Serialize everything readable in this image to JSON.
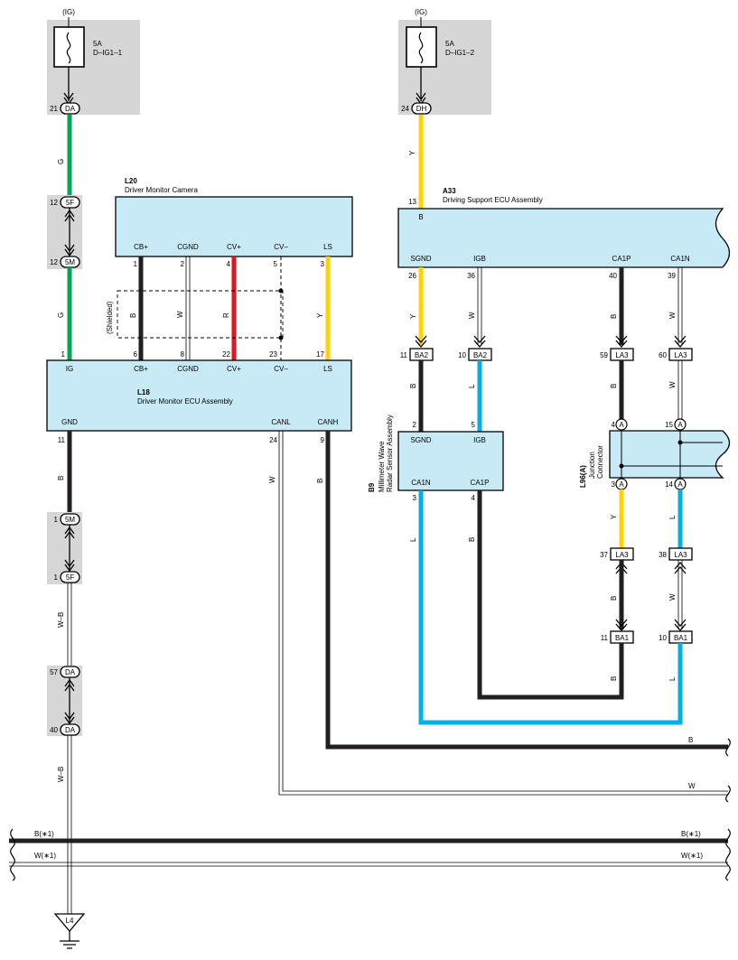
{
  "colors": {
    "green": "#00a651",
    "yellow": "#ffd200",
    "red": "#e3141b",
    "blue": "#00b0e8",
    "black": "#231f20",
    "component_fill": "#c8eaf6",
    "connector_shade": "#d6d6d6"
  },
  "fuses": [
    {
      "supply": "(IG)",
      "rating": "5A",
      "name": "D–IG1–1",
      "pin": "21",
      "connector": "DA"
    },
    {
      "supply": "(IG)",
      "rating": "5A",
      "name": "D–IG1–2",
      "pin": "24",
      "connector": "DH"
    }
  ],
  "junctions": {
    "j5f_top": {
      "pin": "12",
      "code": "5F"
    },
    "j5m_top": {
      "pin": "12",
      "code": "5M"
    },
    "j5m_bot": {
      "pin": "1",
      "code": "5M"
    },
    "j5f_bot": {
      "pin": "1",
      "code": "5F"
    },
    "jda_top": {
      "pin": "57",
      "code": "DA"
    },
    "jda_bot": {
      "pin": "40",
      "code": "DA"
    }
  },
  "components": {
    "camera": {
      "code": "L20",
      "name": "Driver Monitor Camera",
      "pins": [
        {
          "label": "CB+",
          "num": "1"
        },
        {
          "label": "CGND",
          "num": "2"
        },
        {
          "label": "CV+",
          "num": "4"
        },
        {
          "label": "CV–",
          "num": "5"
        },
        {
          "label": "LS",
          "num": "3"
        }
      ]
    },
    "ecu": {
      "code": "L18",
      "name": "Driver Monitor ECU Assembly",
      "top_pins": [
        {
          "label": "IG",
          "num": "1"
        },
        {
          "label": "CB+",
          "num": "6"
        },
        {
          "label": "CGND",
          "num": "8"
        },
        {
          "label": "CV+",
          "num": "22"
        },
        {
          "label": "CV–",
          "num": "23"
        },
        {
          "label": "LS",
          "num": "17"
        }
      ],
      "bottom_pins": [
        {
          "label": "GND",
          "num": "11"
        },
        {
          "label": "CANL",
          "num": "24"
        },
        {
          "label": "CANH",
          "num": "9"
        }
      ]
    },
    "support_ecu": {
      "code": "A33",
      "name": "Driving Support ECU Assembly",
      "top_pin": {
        "label": "B",
        "num": "13"
      },
      "pins": [
        {
          "label": "SGND",
          "num": "26"
        },
        {
          "label": "IGB",
          "num": "36"
        },
        {
          "label": "CA1P",
          "num": "40"
        },
        {
          "label": "CA1N",
          "num": "39"
        }
      ]
    },
    "radar": {
      "code": "B9",
      "name_line1": "Millimeter Wave",
      "name_line2": "Radar Sensor Assembly",
      "top_pins": [
        {
          "label": "SGND",
          "num": "2"
        },
        {
          "label": "IGB",
          "num": "5"
        }
      ],
      "bottom_pins": [
        {
          "label": "CA1N",
          "num": "3"
        },
        {
          "label": "CA1P",
          "num": "4"
        }
      ]
    },
    "jconn": {
      "code": "L96(A)",
      "name_line1": "Junction",
      "name_line2": "Connector",
      "pins_top": [
        "4",
        "15"
      ],
      "pins_bottom": [
        "3",
        "14"
      ],
      "letter": "A"
    }
  },
  "connectors": {
    "ba2_left": {
      "pin": "11",
      "code": "BA2"
    },
    "ba2_right": {
      "pin": "10",
      "code": "BA2"
    },
    "la3_59": {
      "pin": "59",
      "code": "LA3"
    },
    "la3_60": {
      "pin": "60",
      "code": "LA3"
    },
    "la3_37": {
      "pin": "37",
      "code": "LA3"
    },
    "la3_38": {
      "pin": "38",
      "code": "LA3"
    },
    "ba1_11": {
      "pin": "11",
      "code": "BA1"
    },
    "ba1_10": {
      "pin": "10",
      "code": "BA1"
    }
  },
  "wires": {
    "g1": "G",
    "g2": "G",
    "y_fuse2": "Y",
    "cam_b": "B",
    "cam_w": "W",
    "cam_r": "R",
    "cam_y": "Y",
    "shielded": "(Shielded)",
    "gnd_b": "B",
    "gnd_wb1": "W–B",
    "gnd_wb2": "W–B",
    "canl_w": "W",
    "canh_b": "B",
    "sgnd_y": "Y",
    "sgnd_b": "B",
    "igb_w": "W",
    "igb_l": "L",
    "ca1p_b1": "B",
    "ca1p_b2": "B",
    "ca1n_w1": "W",
    "ca1n_w2": "W",
    "jc_y": "Y",
    "jc_l": "L",
    "ba1_b_up": "B",
    "ba1_w_up": "W",
    "ba1_b_down": "B",
    "ba1_l_down": "L",
    "radar_l": "L",
    "radar_b": "B",
    "right_b": "B",
    "right_w": "W",
    "bus_b_left": "B(∗1)",
    "bus_b_right": "B(∗1)",
    "bus_w_left": "W(∗1)",
    "bus_w_right": "W(∗1)"
  },
  "ground": {
    "code": "L4"
  }
}
